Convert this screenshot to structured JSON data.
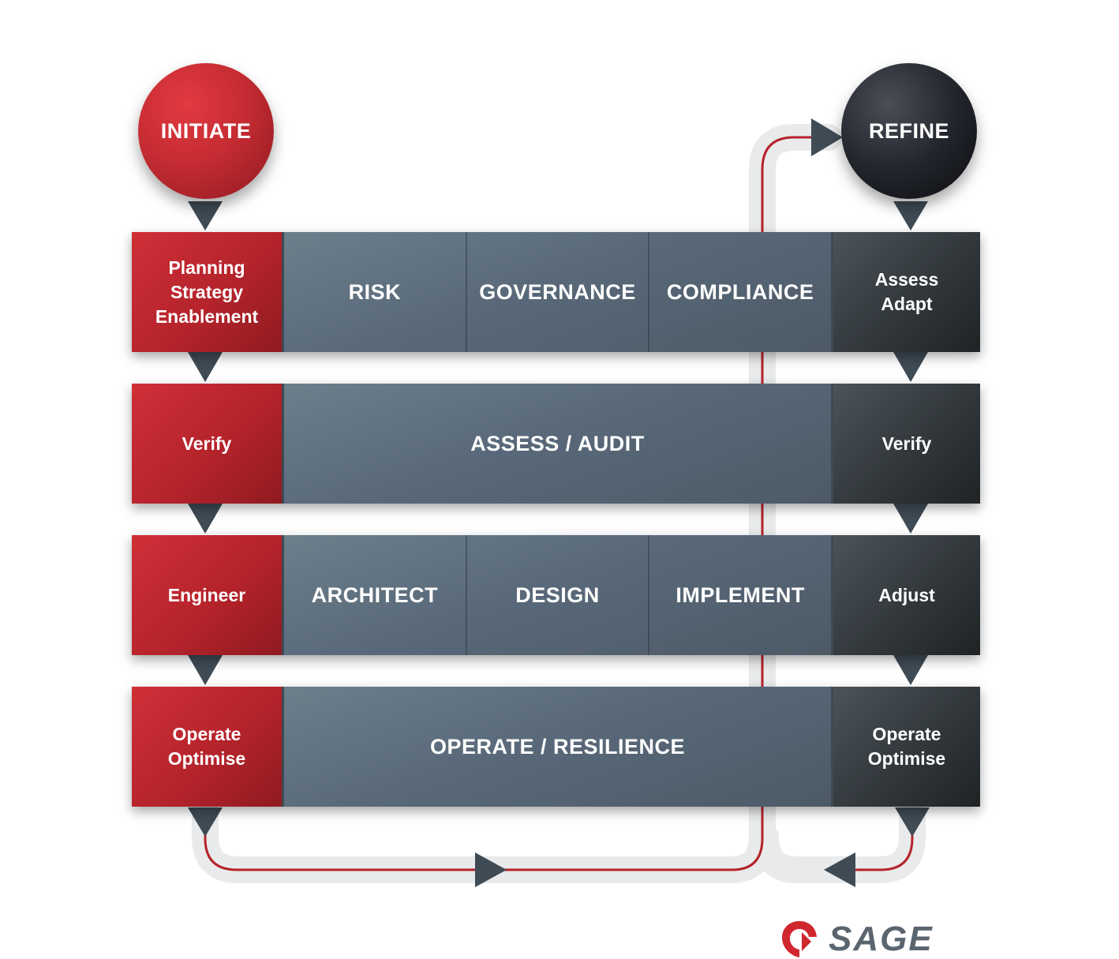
{
  "circles": {
    "initiate": "INITIATE",
    "refine": "REFINE"
  },
  "rows": [
    {
      "left": [
        "Planning",
        "Strategy",
        "Enablement"
      ],
      "middle": [
        "RISK",
        "GOVERNANCE",
        "COMPLIANCE"
      ],
      "right": [
        "Assess",
        "Adapt"
      ]
    },
    {
      "left": [
        "Verify"
      ],
      "middle_full": "ASSESS / AUDIT",
      "right": [
        "Verify"
      ]
    },
    {
      "left": [
        "Engineer"
      ],
      "middle": [
        "ARCHITECT",
        "DESIGN",
        "IMPLEMENT"
      ],
      "right": [
        "Adjust"
      ]
    },
    {
      "left": [
        "Operate",
        "Optimise"
      ],
      "middle_full": "OPERATE / RESILIENCE",
      "right": [
        "Operate",
        "Optimise"
      ]
    }
  ],
  "logo": {
    "text": "SAGE"
  },
  "colors": {
    "red": "#c62c33",
    "slate": "#5d6e7b",
    "dark": "#2b3034",
    "connector": "#b5232b",
    "track": "#e8e9ea",
    "arrow": "#3f4b55"
  }
}
